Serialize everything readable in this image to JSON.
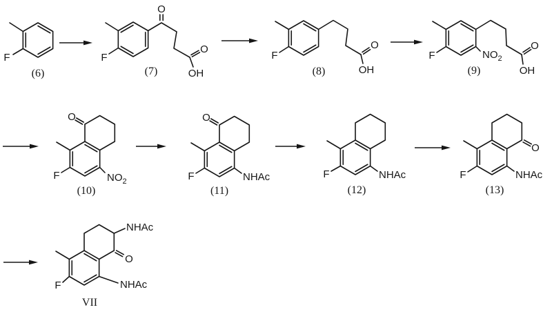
{
  "colors": {
    "ink": "#161616",
    "background": "#ffffff"
  },
  "atoms": {
    "fluorine": "F",
    "oxygen": "O",
    "hydroxyl": "OH",
    "nitro_main": "NO",
    "nitro_sub": "2",
    "acetamido": "NHAc"
  },
  "compounds": {
    "c6": {
      "label": "(6)"
    },
    "c7": {
      "label": "(7)"
    },
    "c8": {
      "label": "(8)"
    },
    "c9": {
      "label": "(9)"
    },
    "c10": {
      "label": "(10)"
    },
    "c11": {
      "label": "(11)"
    },
    "c12": {
      "label": "(12)"
    },
    "c13": {
      "label": "(13)"
    },
    "cVII": {
      "label": "VII"
    }
  }
}
